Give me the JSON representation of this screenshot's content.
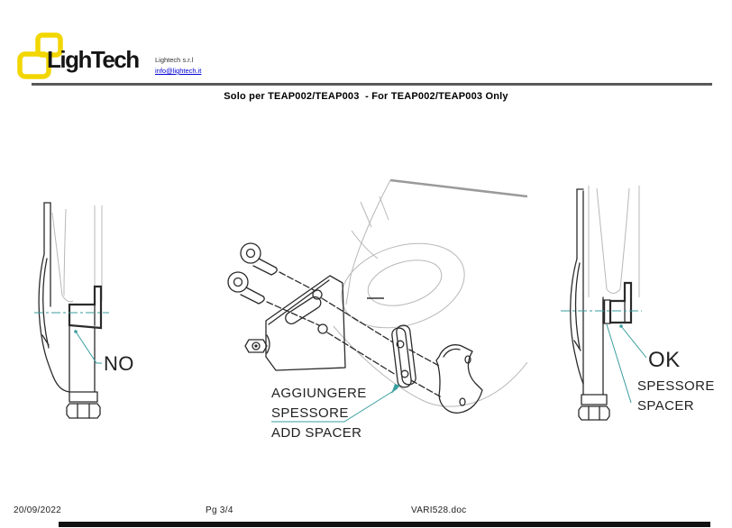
{
  "header": {
    "logo_text": "LighTech",
    "company_name": "Lightech s.r.l",
    "email_link": "info@lightech.it"
  },
  "title": "Solo per TEAP002/TEAP003  - For TEAP002/TEAP003 Only",
  "figures": {
    "left": {
      "callout": "NO"
    },
    "center": {
      "line1": "AGGIUNGERE",
      "line2": "SPESSORE",
      "line3": "ADD SPACER"
    },
    "right": {
      "callout_ok": "OK",
      "line1": "SPESSORE",
      "line2": "SPACER"
    }
  },
  "footer": {
    "date": "20/09/2022",
    "page_number": "Pg 3/4",
    "file_name": "VARI528.doc"
  },
  "colors": {
    "logo_yellow": "#F2D600",
    "link_blue": "#0000D4",
    "leader_teal": "#3A9E9E",
    "header_rule_gray": "#595959",
    "ghost_gray": "#B8B8B8",
    "ink": "#2B2B2B"
  }
}
